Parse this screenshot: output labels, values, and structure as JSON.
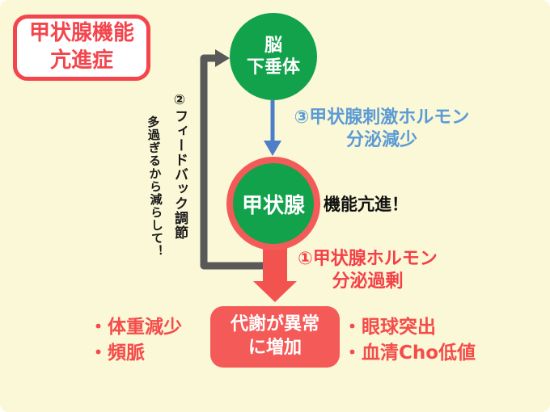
{
  "title": {
    "line1": "甲状腺機能",
    "line2": "亢進症"
  },
  "pituitary": {
    "line1": "脳",
    "line2": "下垂体"
  },
  "thyroid": {
    "label": "甲状腺",
    "status": "機能亢進！"
  },
  "feedback": {
    "label": "②フィードバック調節",
    "note": "多過ぎるから減らして！"
  },
  "tsh": {
    "line1": "③甲状腺刺激ホルモン",
    "line2": "分泌減少"
  },
  "hormone": {
    "line1": "①甲状腺ホルモン",
    "line2": "分泌過剰"
  },
  "metabolism": {
    "line1": "代謝が異常",
    "line2": "に増加"
  },
  "symptoms_left": [
    "・体重減少",
    "・頻脈"
  ],
  "symptoms_right": [
    "・眼球突出",
    "・血清Cho低値"
  ],
  "colors": {
    "background": "#FBF8D7",
    "green": "#12A24B",
    "salmon_red": "#F45B58",
    "accent_red": "#F4454D",
    "blue_arrow": "#4D7FC9",
    "blue_text": "#5B9BD5",
    "gray_arrow": "#595959"
  }
}
